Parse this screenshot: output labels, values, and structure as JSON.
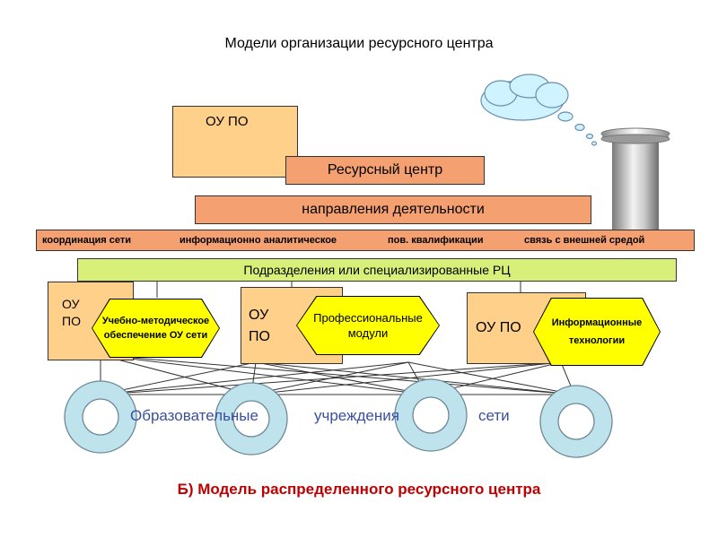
{
  "title": "Модели организации ресурсного центра",
  "ou_po_top": "ОУ ПО",
  "resource_center": "Ресурсный центр",
  "directions": "направления деятельности",
  "direction_items": [
    "координация сети",
    "информационно аналитическое",
    "пов. квалификации",
    "связь с внешней средой"
  ],
  "subdivisions": "Подразделения или специализированные  РЦ",
  "ou_po_left_line1": "ОУ",
  "ou_po_left_line2": "ПО",
  "ou_po_mid_line1": "ОУ",
  "ou_po_mid_line2": "ПО",
  "ou_po_right": "ОУ ПО",
  "oct_left_line1": "Учебно-методическое",
  "oct_left_line2": "обеспечение ОУ сети",
  "oct_mid_line1": "Профессиональные",
  "oct_mid_line2": "модули",
  "oct_right_line1": "Информационные",
  "oct_right_line2": "технологии",
  "network_words": [
    "Образовательные",
    "учреждения",
    "сети"
  ],
  "caption": "Б) Модель распределенного  ресурсного центра",
  "colors": {
    "peach": "#FFD08A",
    "salmon": "#F5A070",
    "lime": "#D8F07A",
    "yellow": "#FFFF00",
    "ring": "#BFE3EC",
    "caption": "#C00000",
    "network_text": "#3A4FA0"
  }
}
